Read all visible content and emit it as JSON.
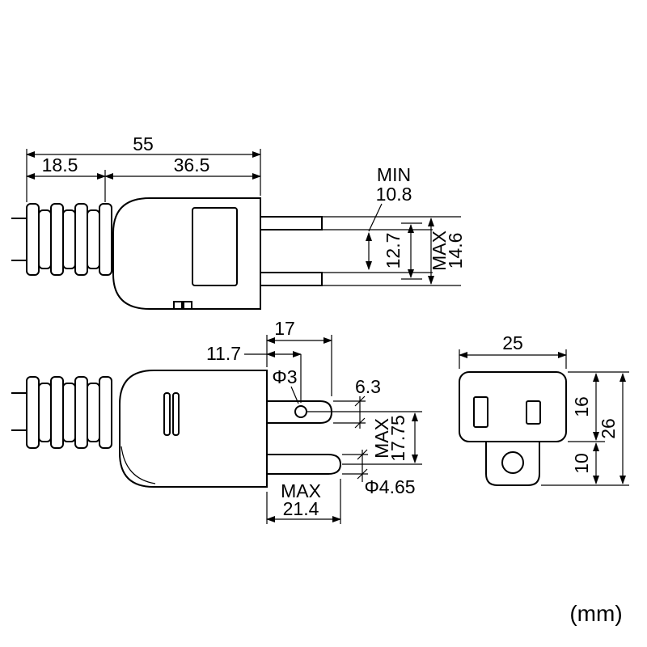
{
  "unit_label": "(mm)",
  "top_view": {
    "overall_length": "55",
    "boot_length": "18.5",
    "body_length": "36.5",
    "blade_gap_min_label": "MIN",
    "blade_gap_min_value": "10.8",
    "blade_pitch": "12.7",
    "blade_span_max_label": "MAX",
    "blade_span_max_value": "14.6"
  },
  "side_view": {
    "hole_offset": "11.7",
    "pin_length": "17",
    "hole_diameter": "Φ3",
    "pin_diameter": "6.3",
    "pin_to_blade_max_label": "MAX",
    "pin_to_blade_max_value": "17.75",
    "blade_length_max_label": "MAX",
    "blade_length_max_value": "21.4",
    "blade_diameter": "Φ4.65"
  },
  "front_view": {
    "width": "25",
    "upper_height": "16",
    "lower_height": "10",
    "total_height": "26"
  }
}
